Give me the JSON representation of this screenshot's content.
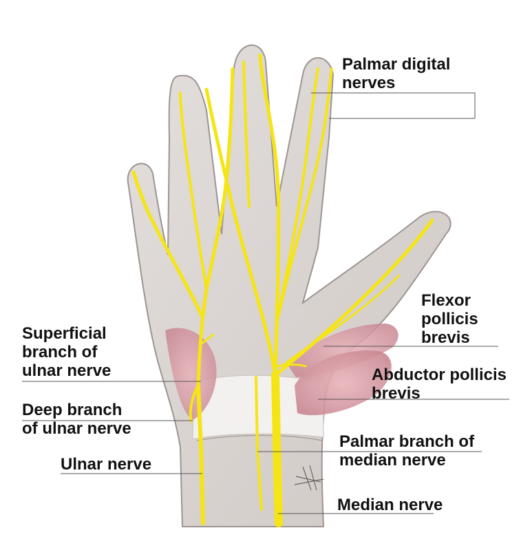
{
  "labels": {
    "palmar_digital_nerves": "Palmar digital\nnerves",
    "flexor_pollicis_brevis": "Flexor\npollicis\nbrevis",
    "superficial_branch_ulnar": "Superficial\nbranch of\nulnar nerve",
    "abductor_pollicis_brevis": "Abductor pollicis\nbrevis",
    "deep_branch_ulnar": "Deep branch\nof ulnar nerve",
    "palmar_branch_median": "Palmar branch of\nmedian nerve",
    "ulnar_nerve": "Ulnar nerve",
    "median_nerve": "Median nerve"
  },
  "colors": {
    "skin": "#d9d4d1",
    "skin_outline": "#9c9492",
    "nerve": "#f5e514",
    "muscle": "#d99aa3",
    "retinaculum": "#f2f1f0",
    "leader_line": "#555555"
  }
}
